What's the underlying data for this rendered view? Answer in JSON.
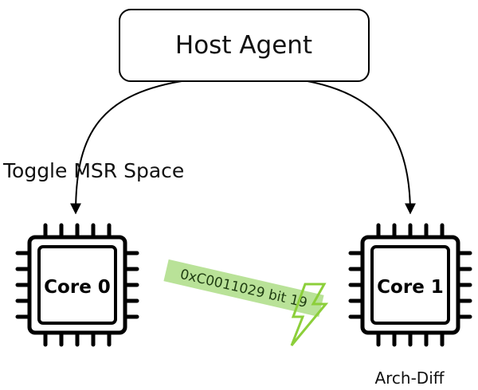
{
  "host": {
    "label": "Host Agent"
  },
  "edges": {
    "left_label": "Toggle MSR Space"
  },
  "cores": [
    {
      "label": "Core 0"
    },
    {
      "label": "Core 1",
      "caption": "Arch-Diff"
    }
  ],
  "msr": {
    "label": "0xC0011029 bit 19"
  },
  "colors": {
    "stroke": "#000000",
    "highlight": "#a8db7e",
    "bolt": "#8ccf3a"
  },
  "icons": {
    "fault": "lightning-bolt-icon"
  }
}
